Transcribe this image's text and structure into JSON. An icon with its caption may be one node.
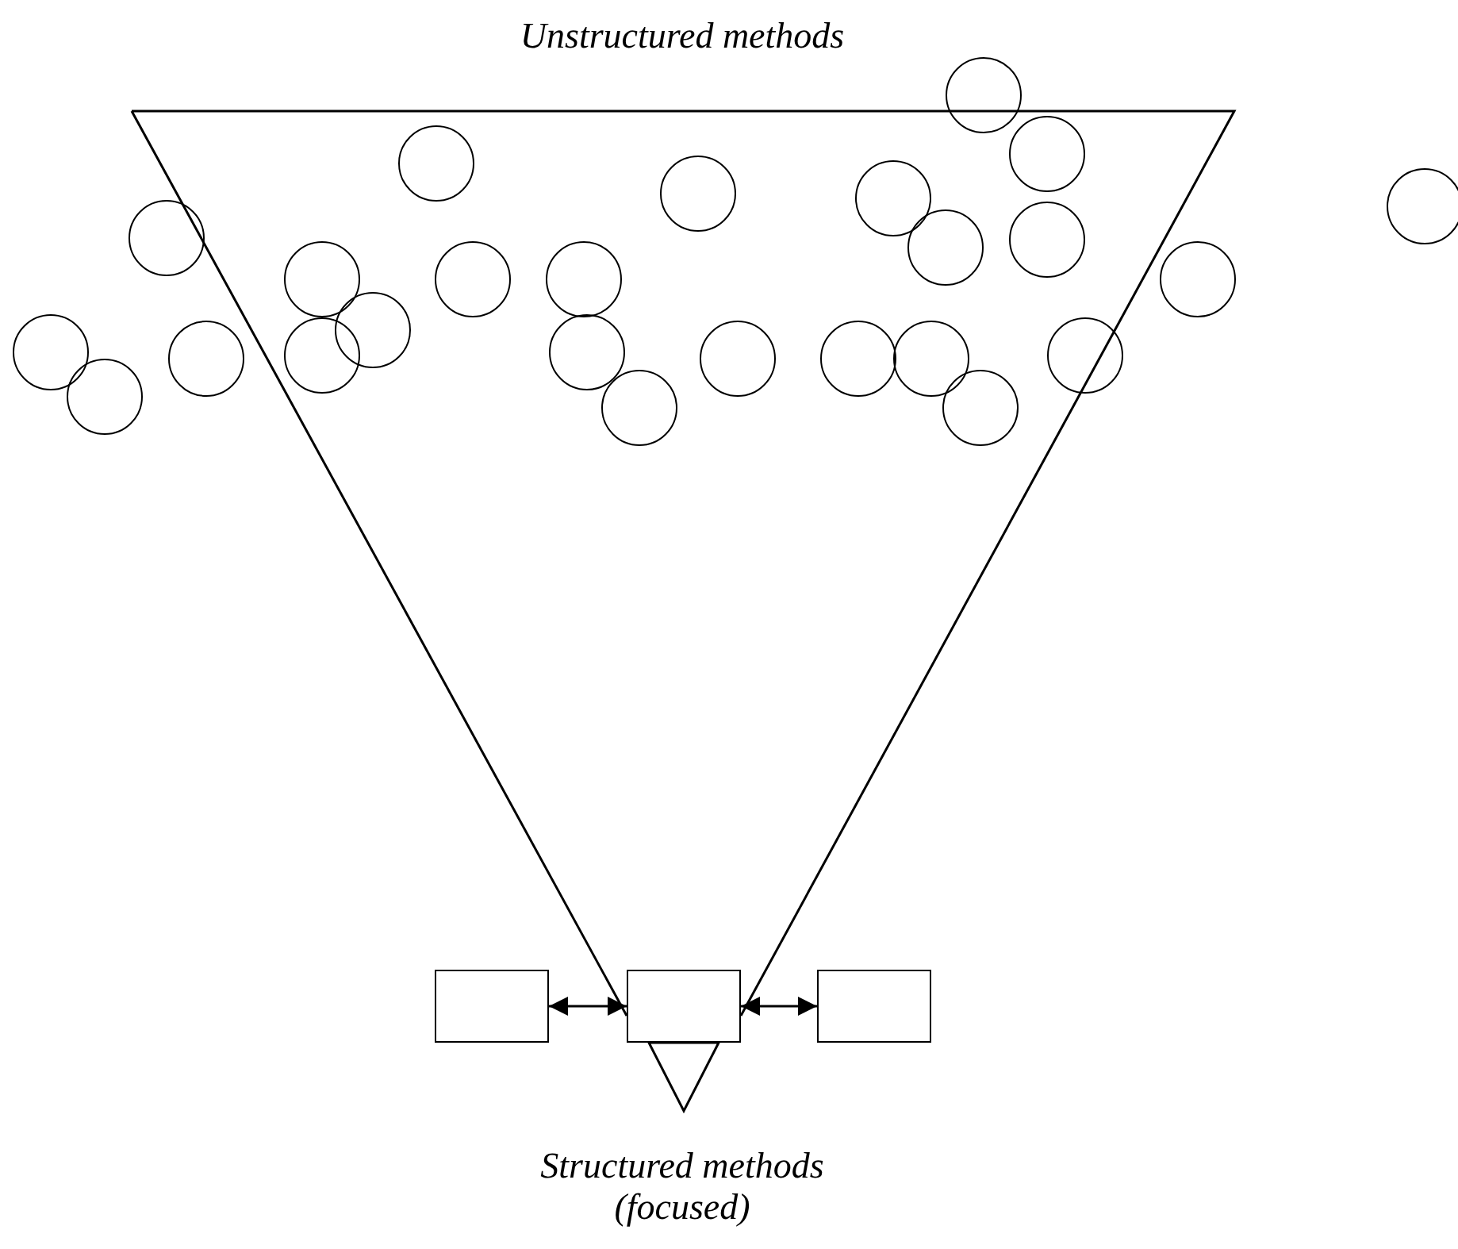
{
  "diagram": {
    "nodes": [
      {
        "text": [],
        "shape": "circle"
      },
      {
        "text": [],
        "shape": "circle"
      },
      {
        "text": [],
        "shape": "circle"
      },
      {
        "text": [],
        "shape": "circle"
      },
      {
        "text": [],
        "shape": "circle"
      },
      {
        "text": [],
        "shape": "circle"
      },
      {
        "text": [],
        "shape": "circle"
      },
      {
        "text": [],
        "shape": "circle"
      },
      {
        "text": [],
        "shape": "circle"
      },
      {
        "text": [],
        "shape": "circle"
      },
      {
        "text": [],
        "shape": "circle"
      },
      {
        "text": [],
        "shape": "circle"
      },
      {
        "text": [],
        "shape": "circle"
      },
      {
        "text": [],
        "shape": "circle"
      },
      {
        "text": [],
        "shape": "circle"
      },
      {
        "text": [],
        "shape": "circle"
      },
      {
        "text": [],
        "shape": "circle"
      },
      {
        "text": [],
        "shape": "circle"
      },
      {
        "text": [],
        "shape": "circle"
      },
      {
        "text": [],
        "shape": "circle"
      },
      {
        "text": [],
        "shape": "circle"
      },
      {
        "text": [],
        "shape": "circle"
      },
      {
        "text": [],
        "shape": "circle"
      },
      {
        "text": [],
        "shape": "circle"
      },
      {
        "text": [],
        "shape": "circle"
      },
      {
        "text": [],
        "shape": "box"
      },
      {
        "text": [],
        "shape": "box"
      },
      {
        "text": [],
        "shape": "box"
      }
    ],
    "edges": [
      {
        "from": 25,
        "to": 26,
        "arrow": "both"
      },
      {
        "from": 26,
        "to": 27,
        "arrow": "both"
      }
    ],
    "labels": [
      "Unstructured methods",
      "Structured methods (focused)"
    ]
  }
}
